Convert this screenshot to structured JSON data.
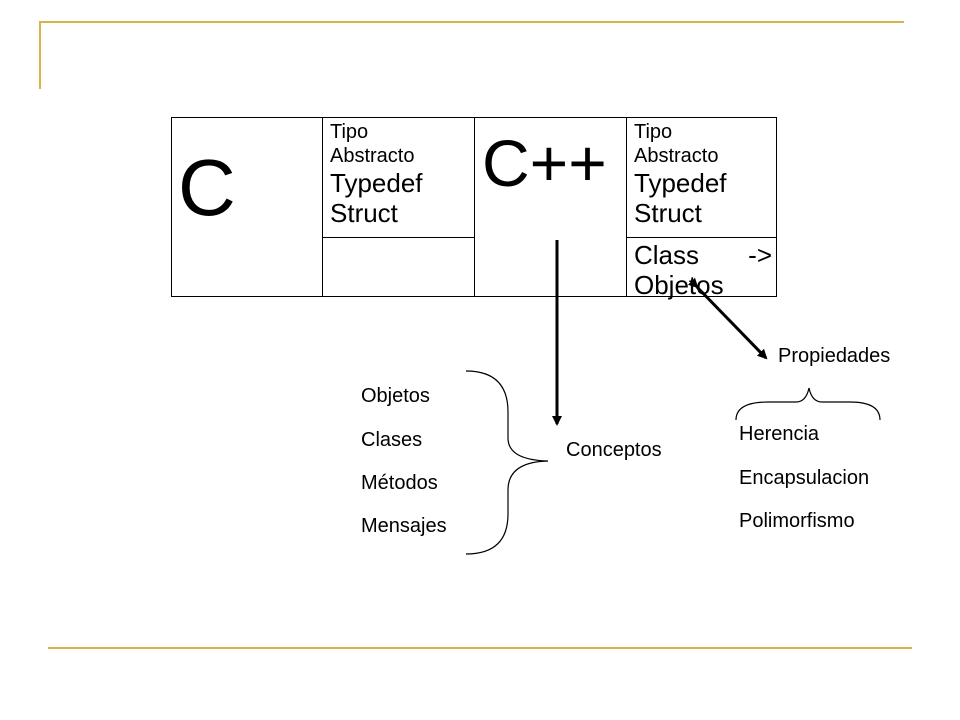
{
  "table": {
    "c": {
      "title": "C",
      "tipo": "Tipo",
      "abstracto": "Abstracto",
      "typedef": "Typedef",
      "struct": "Struct"
    },
    "cpp": {
      "title": "C++",
      "tipo": "Tipo",
      "abstracto": "Abstracto",
      "typedef": "Typedef",
      "struct": "Struct",
      "class": "Class",
      "arrow": "->",
      "objetos": "Objetos"
    }
  },
  "concepts": {
    "label": "Conceptos",
    "items": [
      "Objetos",
      "Clases",
      "Métodos",
      "Mensajes"
    ]
  },
  "properties": {
    "label": "Propiedades",
    "items": [
      "Herencia",
      "Encapsulacion",
      "Polimorfismo"
    ]
  },
  "colors": {
    "frame": "#d4b54a",
    "ink": "#000000"
  }
}
